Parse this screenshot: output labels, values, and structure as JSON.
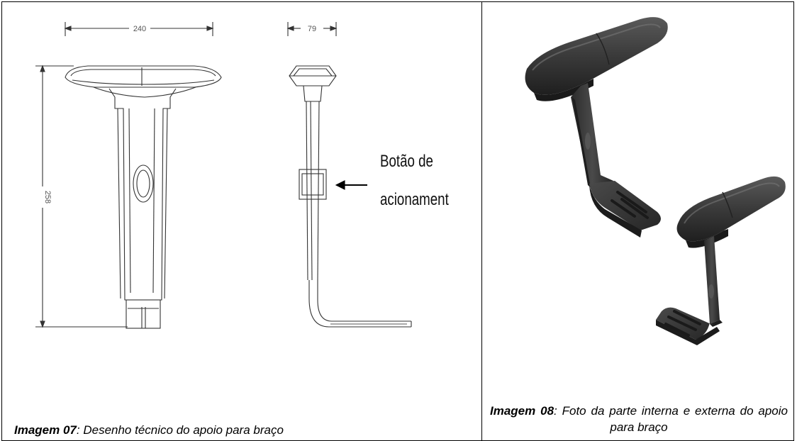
{
  "left_figure": {
    "dimension_width": "240",
    "dimension_depth": "79",
    "dimension_height": "258",
    "callout_line1": "Botão de",
    "callout_line2": "acionament",
    "caption_label": "Imagem 07",
    "caption_text": ": Desenho técnico do apoio para braço"
  },
  "right_figure": {
    "caption_label": "Imagem 08",
    "caption_text": ": Foto da parte interna e externa do apoio para braço"
  },
  "colors": {
    "drawing_line": "#333333",
    "armrest_dark": "#2b2b2b",
    "armrest_mid": "#444444",
    "armrest_light": "#5a5a5a"
  }
}
